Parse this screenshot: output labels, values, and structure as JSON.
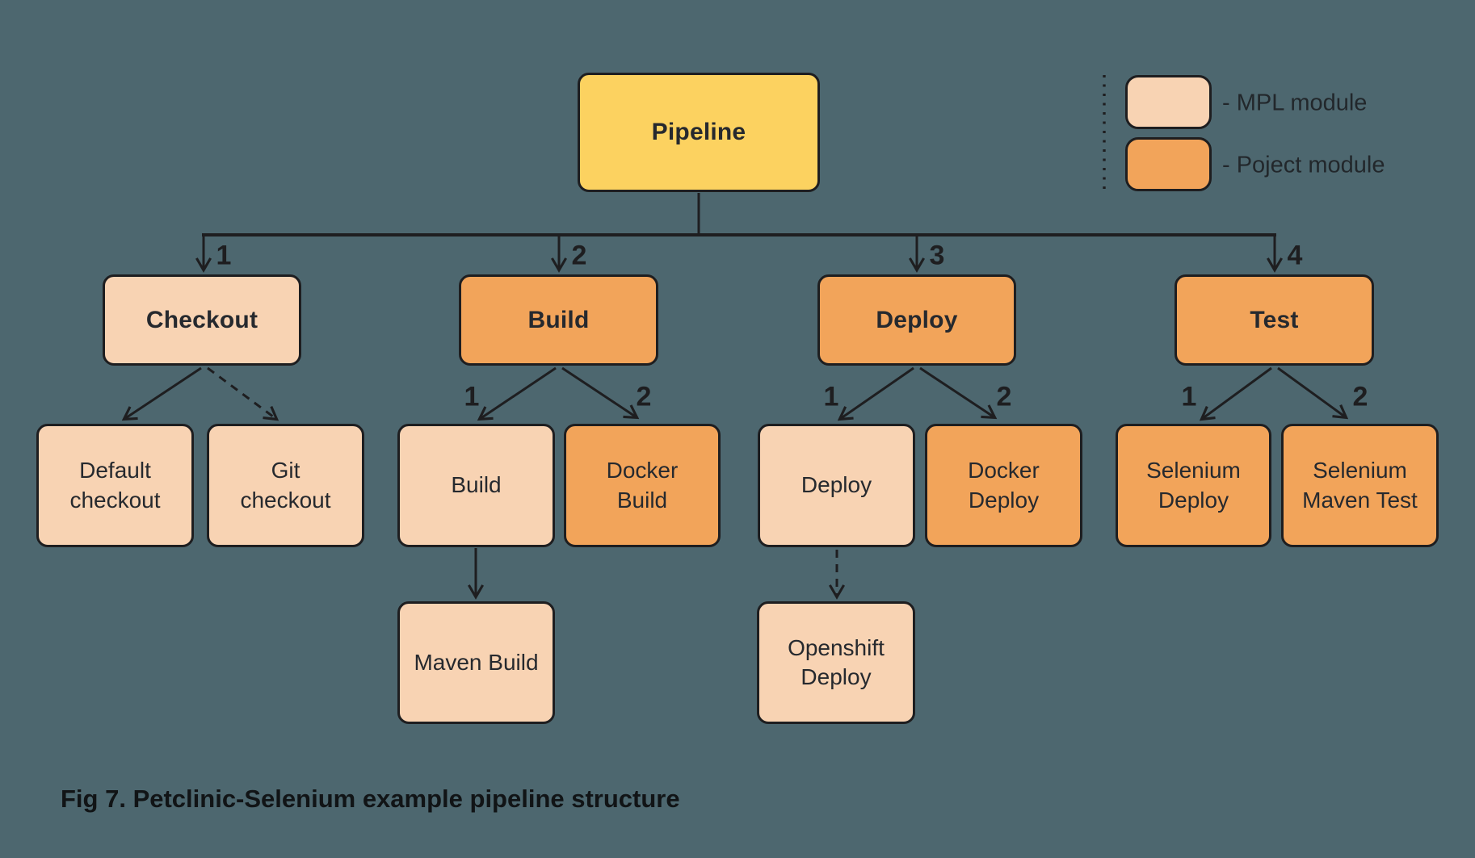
{
  "diagram": {
    "root": {
      "label": "Pipeline"
    },
    "stages": [
      {
        "number": "1",
        "label": "Checkout",
        "type": "mpl"
      },
      {
        "number": "2",
        "label": "Build",
        "type": "project"
      },
      {
        "number": "3",
        "label": "Deploy",
        "type": "project"
      },
      {
        "number": "4",
        "label": "Test",
        "type": "project"
      }
    ],
    "modules": [
      {
        "label": "Default checkout",
        "type": "mpl"
      },
      {
        "label": "Git checkout",
        "type": "mpl"
      },
      {
        "number": "1",
        "label": "Build",
        "type": "mpl"
      },
      {
        "number": "2",
        "label": "Docker Build",
        "type": "project"
      },
      {
        "number": "1",
        "label": "Deploy",
        "type": "mpl"
      },
      {
        "number": "2",
        "label": "Docker Deploy",
        "type": "project"
      },
      {
        "number": "1",
        "label": "Selenium Deploy",
        "type": "project"
      },
      {
        "number": "2",
        "label": "Selenium Maven Test",
        "type": "project"
      }
    ],
    "submodules": [
      {
        "label": "Maven Build",
        "type": "mpl"
      },
      {
        "label": "Openshift Deploy",
        "type": "mpl"
      }
    ]
  },
  "legend": {
    "items": [
      {
        "label": "- MPL module",
        "type": "mpl"
      },
      {
        "label": "- Poject module",
        "type": "project"
      }
    ]
  },
  "caption": "Fig 7. Petclinic-Selenium example pipeline structure",
  "colors": {
    "background": "#4D676F",
    "root_fill": "#FCD260",
    "mpl_fill": "#F8D3B3",
    "project_fill": "#F2A45A",
    "stroke": "#1E1E20"
  }
}
